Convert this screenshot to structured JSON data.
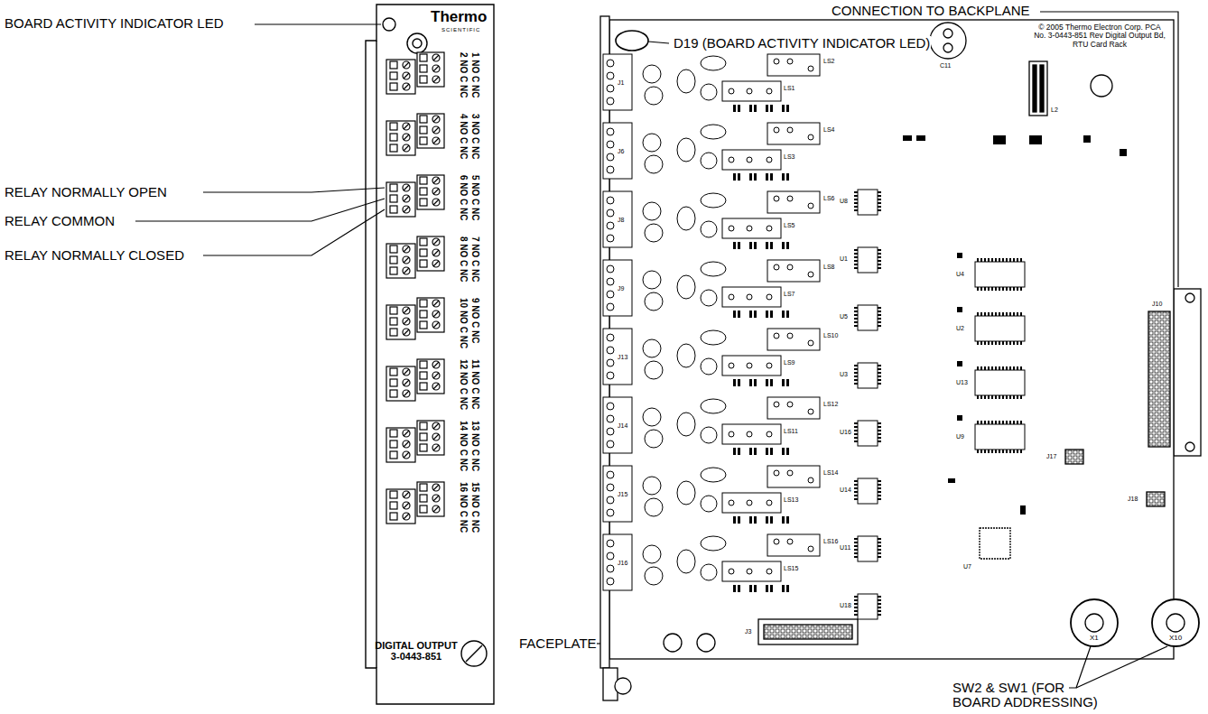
{
  "diagram": {
    "nodes": [
      {
        "text": [
          "Thermo",
          "SCIENTIFIC",
          "1 NO C NC",
          "2 NO C NC",
          "3 NO C NC",
          "4 NO C NC",
          "5 NO C NC",
          "6 NO C NC",
          "7 NO C NC",
          "8 NO C NC",
          "9 NO C NC",
          "10 NO C NC",
          "11 NO C NC",
          "12 NO C NC",
          "13 NO C NC",
          "14 NO C NC",
          "15 NO C NC",
          "16 NO C NC",
          "DIGITAL OUTPUT 3-0443-851"
        ]
      },
      {
        "text": [
          "© 2005 Thermo Electron Corp. PCA No. 3-0443-851 Rev Digital Output Bd, RTU Card Rack"
        ]
      }
    ],
    "labels": [
      "BOARD ACTIVITY INDICATOR LED",
      "RELAY NORMALLY OPEN",
      "RELAY COMMON",
      "RELAY NORMALLY CLOSED",
      "D19 (BOARD ACTIVITY INDICATOR LED)",
      "CONNECTION TO BACKPLANE",
      "FACEPLATE",
      "SW2 & SW1 (FOR BOARD ADDRESSING)",
      "X1",
      "X10",
      "J1",
      "LS1",
      "LS2",
      "J6",
      "LS3",
      "LS4",
      "J8",
      "LS5",
      "LS6",
      "J9",
      "LS7",
      "LS8",
      "J13",
      "LS9",
      "LS10",
      "J14",
      "LS11",
      "LS12",
      "J15",
      "LS13",
      "LS14",
      "J16",
      "LS15",
      "LS16",
      "U8",
      "U1",
      "U5",
      "U3",
      "U16",
      "U14",
      "U11",
      "U18",
      "U4",
      "U2",
      "U13",
      "U9",
      "C11",
      "L2",
      "J3",
      "J10",
      "J17",
      "J18",
      "U7"
    ]
  }
}
